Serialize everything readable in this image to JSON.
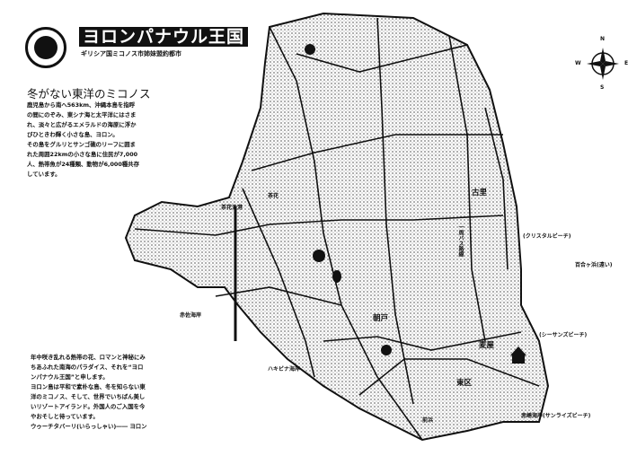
{
  "header": {
    "title": "ヨロンパナウル王国",
    "subtitle": "ギリシア国ミコノス市姉妹盟約都市"
  },
  "intro": {
    "heading": "冬がない東洋のミコノス",
    "paragraph1": "鹿児島から南へ563km、沖縄本島を指呼の間にのぞみ、東シナ海と太平洋にはさまれ、淡々と広がるエメラルドの海原に浮かびひときわ輝く小さな島、ヨロン。",
    "paragraph2": "その島をグルリとサンゴ礁のリーフに囲まれた周囲22kmの小さな島に住民が7,000人、熱帯魚が24種類、動物が6,000種共存しています。"
  },
  "outro": {
    "paragraph1": "年中咲き乱れる熱帯の花、ロマンと神秘にみちあふれた南海のパラダイス、それを“ヨロンパナウル王国”と申します。",
    "paragraph2": "ヨロン島は平和で素朴な島、冬を知らない東洋のミコノス、そして、世界でいちばん美しいリゾートアイランド。外国人のご入国を今やおそしと待っています。",
    "greeting": "ウゥーチタバーリ(いらっしゃい)―― ヨロン"
  },
  "compass": {
    "n": "N",
    "s": "S",
    "e": "E",
    "w": "W"
  },
  "map_labels": {
    "furusato": "古里",
    "chabana": "茶花",
    "asato": "朝戸",
    "mugiya": "麦屋",
    "higashiku": "東区",
    "maehama": "前浜",
    "sunrise_beach": "赤崎海岸(サンライズビーチ)",
    "seasons_beach": "(シーサンズビーチ)",
    "crystal_beach": "(クリスタルビーチ)",
    "yurigahama": "百合ヶ浜(遠い)",
    "hakibina": "ハキビナ海岸",
    "bus_route": "一周バス路線",
    "chabana_port": "茶花漁港",
    "ukejima": "赤佐海岸"
  },
  "colors": {
    "ink": "#111111",
    "paper": "#ffffff",
    "shade": "#9a9a9a"
  }
}
